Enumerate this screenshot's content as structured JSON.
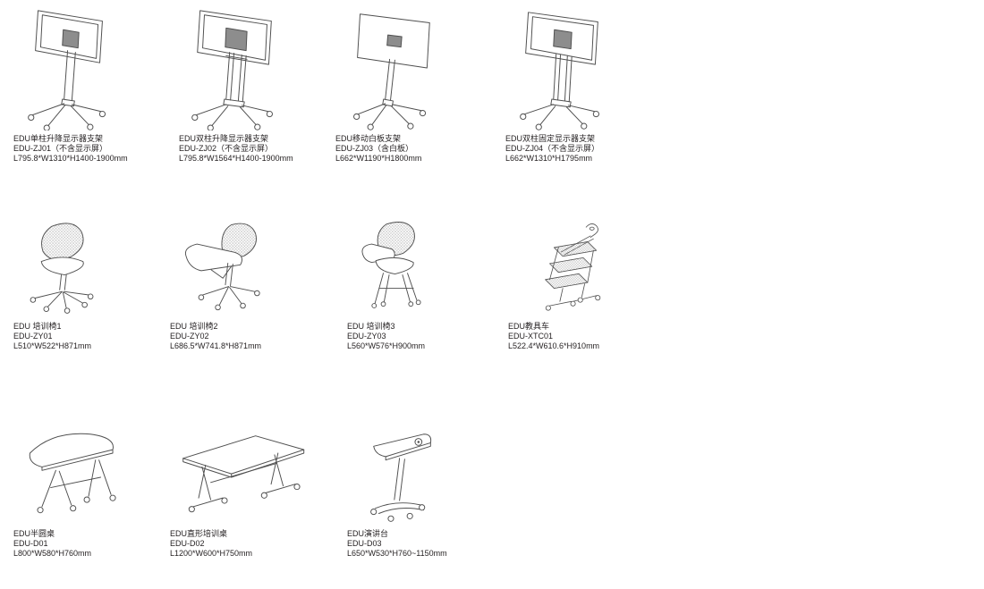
{
  "page": {
    "background": "#ffffff",
    "text_color": "#231f20",
    "line_color": "#4f4f4f"
  },
  "products": [
    {
      "name": "EDU单柱升降显示器支架",
      "model": "EDU-ZJ01（不含显示屏）",
      "size": "L795.8*W1310*H1400-1900mm",
      "icon": "single-column-lift-display-stand"
    },
    {
      "name": "EDU双柱升降显示器支架",
      "model": "EDU-ZJ02（不含显示屏）",
      "size": "L795.8*W1564*H1400-1900mm",
      "icon": "dual-column-lift-display-stand"
    },
    {
      "name": "EDU移动白板支架",
      "model": "EDU-ZJ03（含白板）",
      "size": "L662*W1190*H1800mm",
      "icon": "mobile-whiteboard-stand"
    },
    {
      "name": "EDU双柱固定显示器支架",
      "model": "EDU-ZJ04（不含显示屏）",
      "size": "L662*W1310*H1795mm",
      "icon": "dual-column-fixed-display-stand"
    },
    {
      "name": "EDU 培训椅1",
      "model": "EDU-ZY01",
      "size": "L510*W522*H871mm",
      "icon": "training-chair-1"
    },
    {
      "name": "EDU 培训椅2",
      "model": "EDU-ZY02",
      "size": "L686.5*W741.8*H871mm",
      "icon": "training-chair-2"
    },
    {
      "name": "EDU 培训椅3",
      "model": "EDU-ZY03",
      "size": "L560*W576*H900mm",
      "icon": "training-chair-3"
    },
    {
      "name": "EDU教具车",
      "model": "EDU-XTC01",
      "size": "L522.4*W610.6*H910mm",
      "icon": "teaching-cart"
    },
    {
      "name": "EDU半圆桌",
      "model": "EDU-D01",
      "size": "L800*W580*H760mm",
      "icon": "half-round-table"
    },
    {
      "name": "EDU直形培训桌",
      "model": "EDU-D02",
      "size": "L1200*W600*H750mm",
      "icon": "straight-training-table"
    },
    {
      "name": "EDU演讲台",
      "model": "EDU-D03",
      "size": "L650*W530*H760~1150mm",
      "icon": "lectern"
    }
  ]
}
